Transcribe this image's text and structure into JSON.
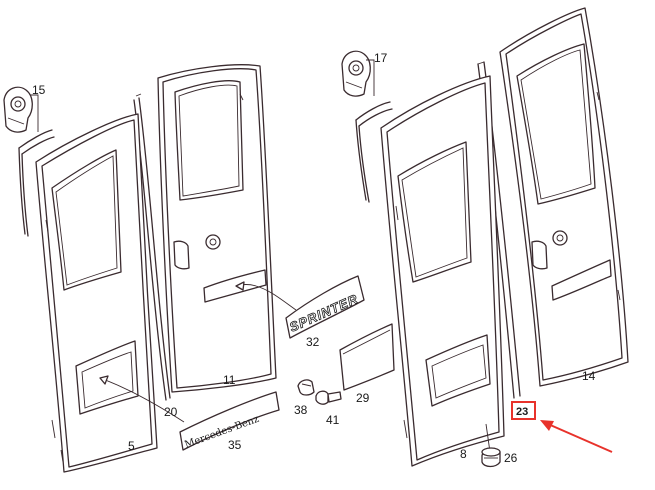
{
  "callouts": [
    {
      "id": "15",
      "label": "15"
    },
    {
      "id": "17",
      "label": "17"
    },
    {
      "id": "5",
      "label": "5"
    },
    {
      "id": "20",
      "label": "20"
    },
    {
      "id": "11",
      "label": "11"
    },
    {
      "id": "32",
      "label": "32"
    },
    {
      "id": "35",
      "label": "35"
    },
    {
      "id": "38",
      "label": "38"
    },
    {
      "id": "41",
      "label": "41"
    },
    {
      "id": "29",
      "label": "29"
    },
    {
      "id": "8",
      "label": "8"
    },
    {
      "id": "26",
      "label": "26"
    },
    {
      "id": "14",
      "label": "14"
    },
    {
      "id": "23",
      "label": "23"
    }
  ],
  "badges": {
    "mercedes": "Mercedes-Benz",
    "sprinter": "SPRINTER"
  },
  "highlight": {
    "target": "23",
    "color": "#e8322b"
  }
}
